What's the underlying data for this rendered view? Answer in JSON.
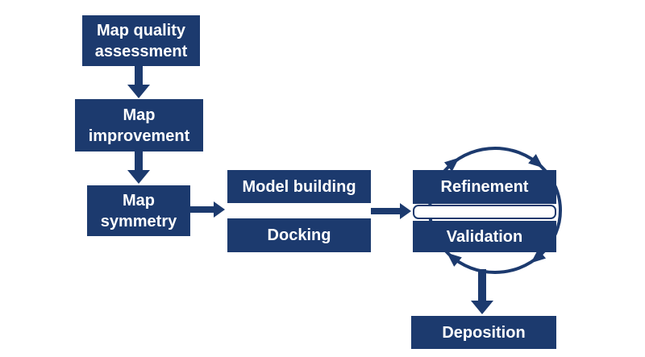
{
  "colors": {
    "accent": "#1c3a6e",
    "background": "#ffffff",
    "text": "#ffffff"
  },
  "nodes": {
    "map_quality": {
      "label": "Map quality\nassessment"
    },
    "map_improvement": {
      "label": "Map\nimprovement"
    },
    "map_symmetry": {
      "label": "Map\nsymmetry"
    },
    "model_building": {
      "label": "Model building"
    },
    "docking": {
      "label": "Docking"
    },
    "refinement": {
      "label": "Refinement"
    },
    "validation": {
      "label": "Validation"
    },
    "deposition": {
      "label": "Deposition"
    }
  }
}
